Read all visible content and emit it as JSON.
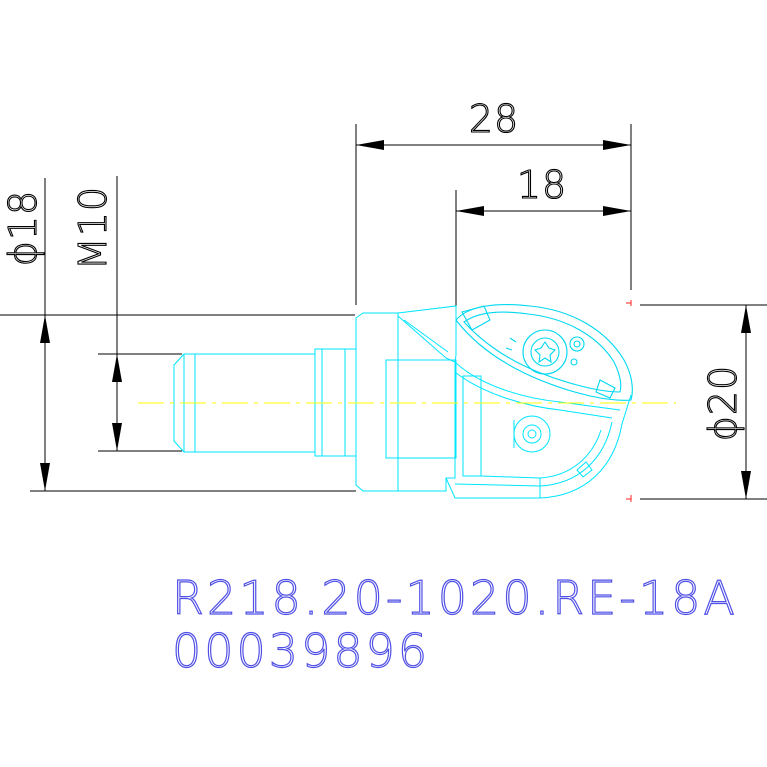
{
  "dimensions": {
    "overall_length": "28",
    "head_length": "18",
    "shank_diameter": "ϕ18",
    "thread": "M10",
    "cutting_diameter": "ϕ20"
  },
  "labels": {
    "part_number": "R218.20-1020.RE-18A",
    "article_number": "00039896"
  },
  "colors": {
    "tool_outline": "#00e5ff",
    "center_axis": "#ffff00",
    "dimension_lines": "#000000",
    "label_text": "#5050e6",
    "corner_marks": "#ff2020"
  }
}
